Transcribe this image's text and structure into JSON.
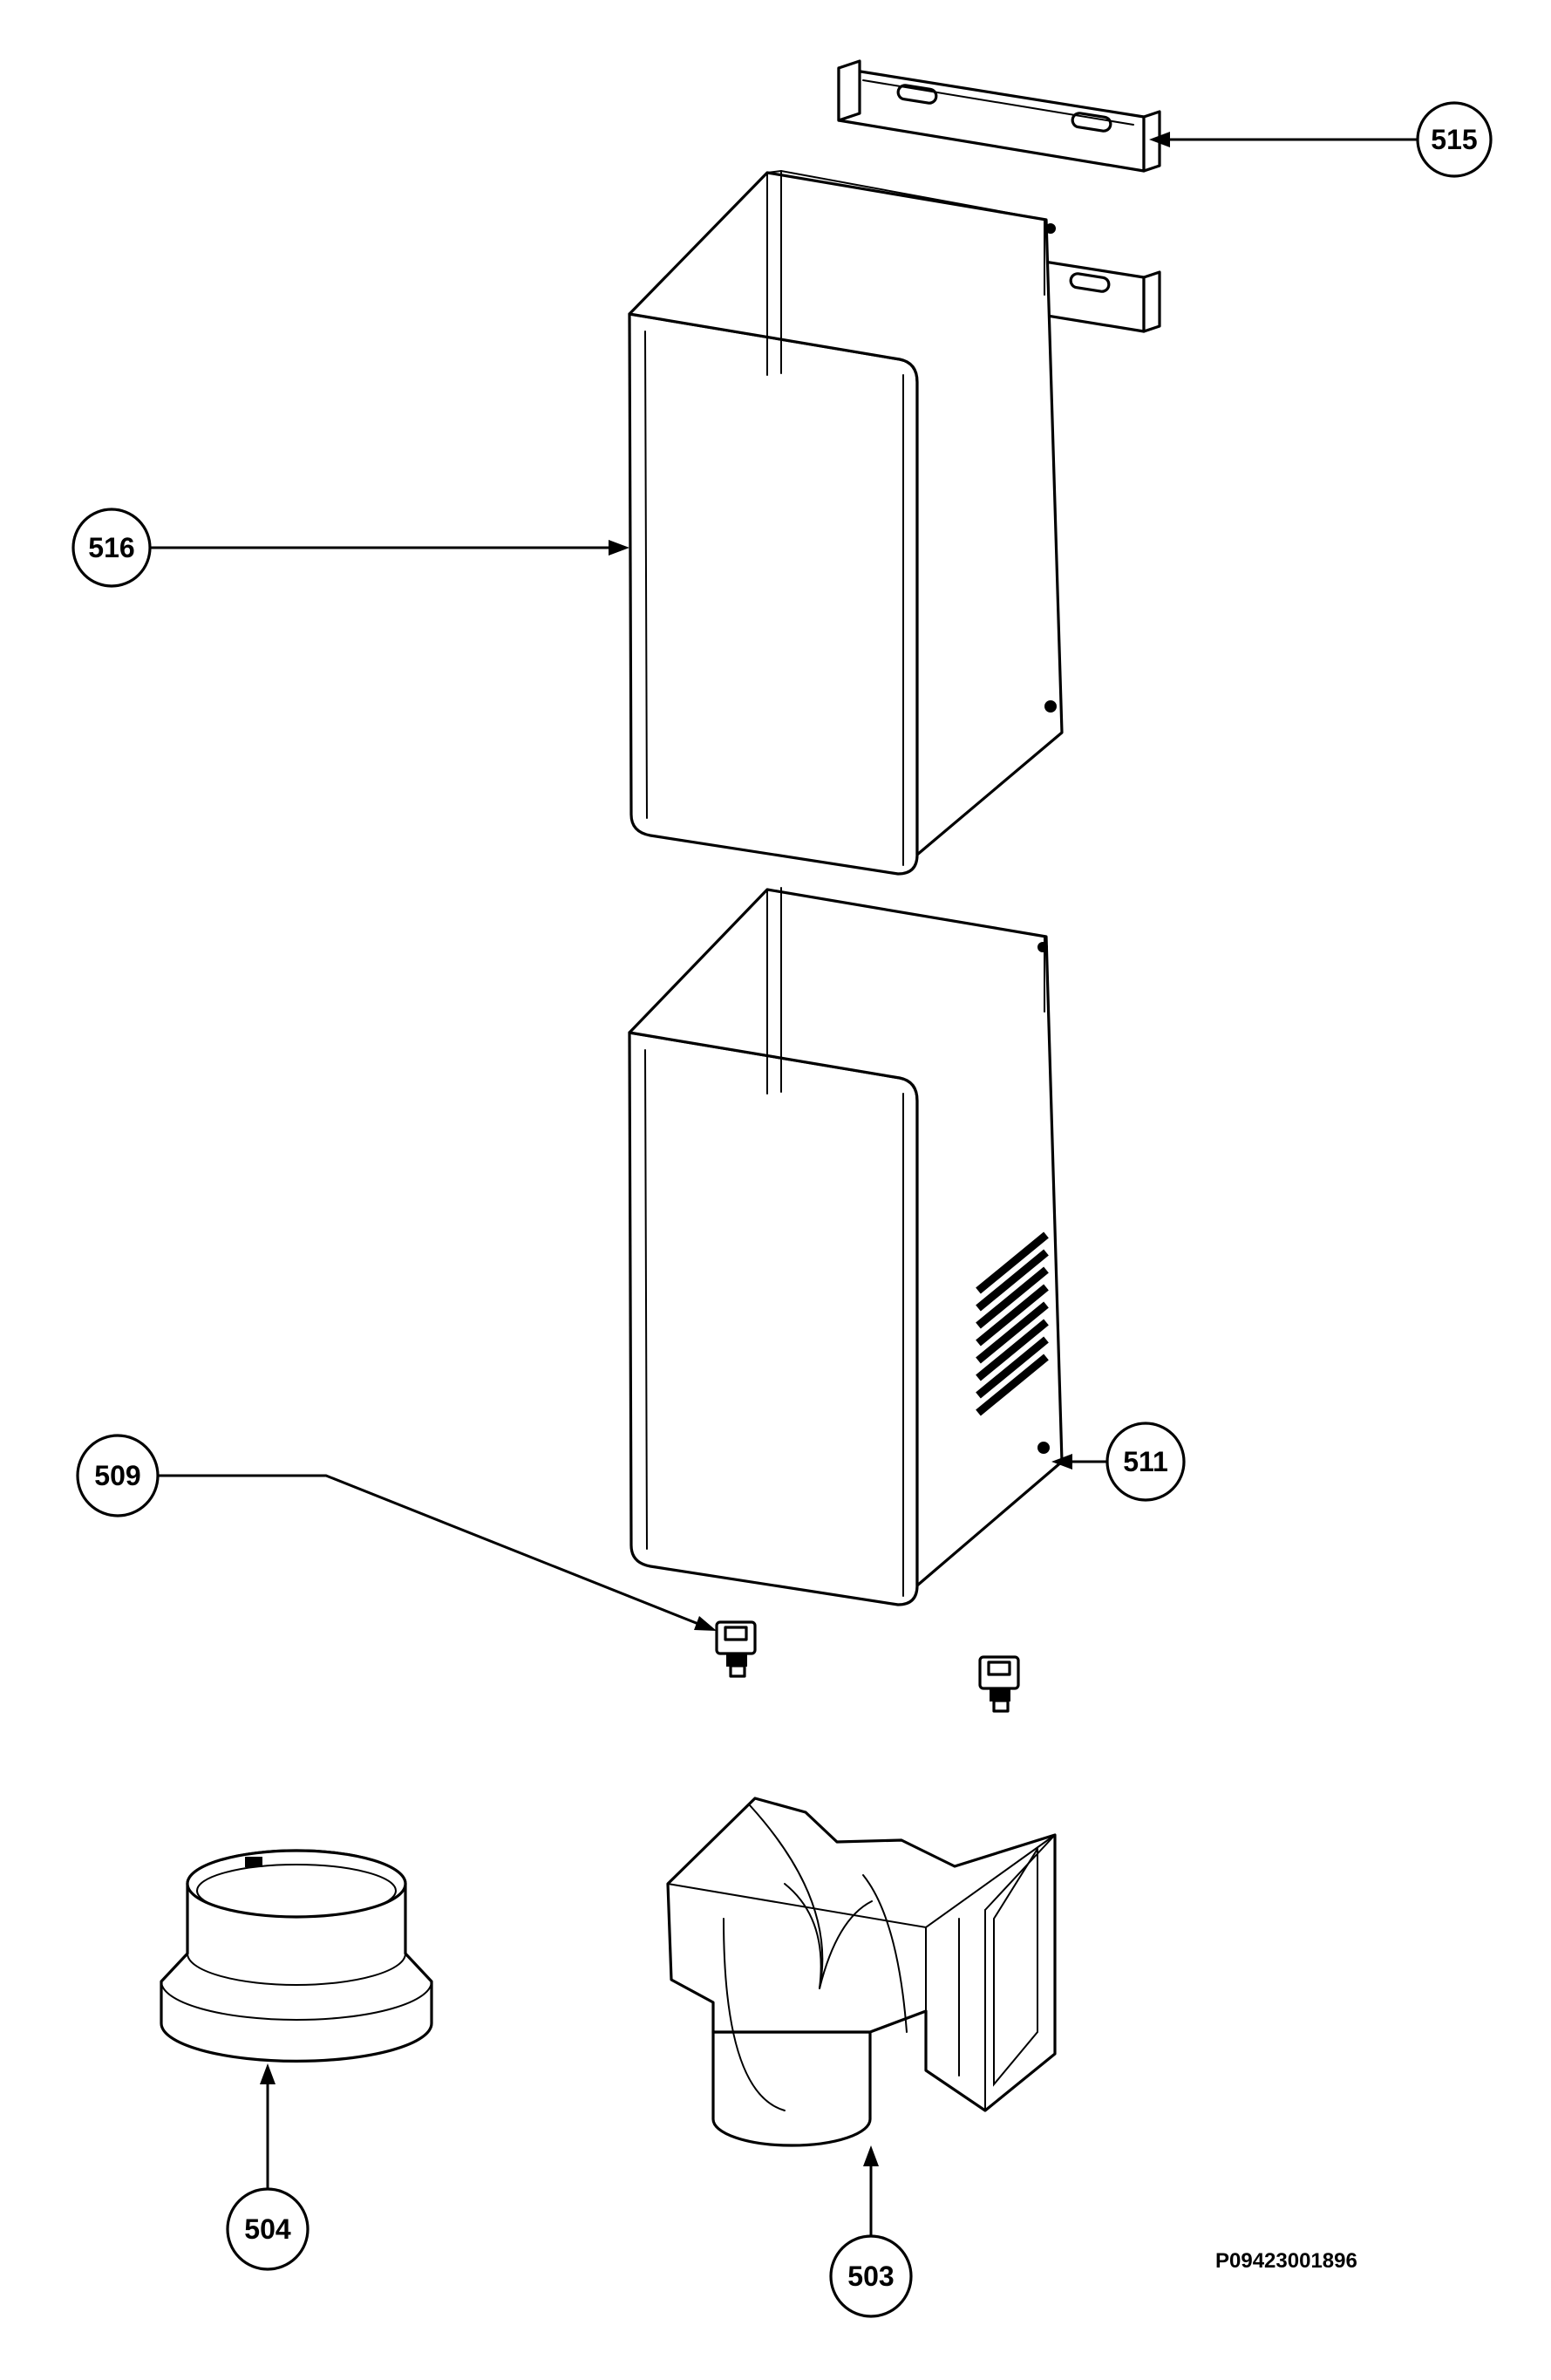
{
  "diagram": {
    "callouts": {
      "c515": "515",
      "c516": "516",
      "c511": "511",
      "c509": "509",
      "c504": "504",
      "c503": "503"
    },
    "document_code": "P09423001896"
  }
}
